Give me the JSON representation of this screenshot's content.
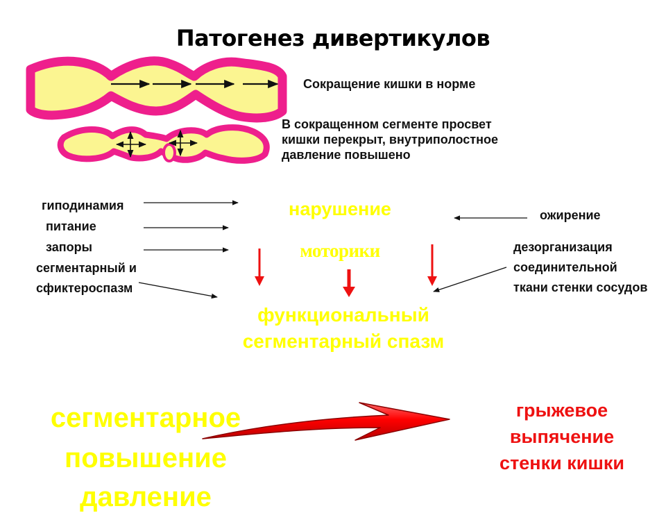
{
  "title": "Патогенез дивертикулов",
  "labels": {
    "normal_contraction": "Сокращение кишки в норме",
    "contracted_segment": [
      "В сокращенном сегменте просвет",
      "кишки перекрыт, внутриполостное",
      "давление повышено"
    ],
    "left_factors": [
      "гиподинамия",
      "питание",
      "запоры",
      "сегментарный и",
      "сфиктероспазм"
    ],
    "obesity": "ожирение",
    "connective_tissue": [
      "дезорганизация",
      "соединительной",
      "ткани стенки сосудов"
    ],
    "motility_disorder": [
      "нарушение",
      "моторики"
    ],
    "functional_spasm": [
      "функциональный",
      "сегментарный спазм"
    ],
    "segmental_pressure": [
      "сегментарное",
      "повышение",
      "давление"
    ],
    "hernia": [
      "грыжевое",
      "выпячение",
      "стенки кишки"
    ]
  },
  "colors": {
    "bowel_wall": "#ee1f8c",
    "bowel_lumen": "#fbf591",
    "yellow_text": "#ffff00",
    "red": "#ee1111",
    "black_text": "#111111"
  }
}
